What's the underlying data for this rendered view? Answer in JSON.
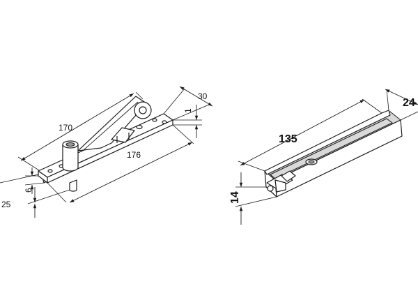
{
  "left_part": {
    "dim_length_top": "170",
    "dim_length_bottom": "176",
    "dim_width": "30",
    "dim_thickness": "1",
    "dim_offset": "6",
    "dim_height": "25"
  },
  "right_part": {
    "dim_length": "135",
    "dim_width": "24",
    "dim_height": "14"
  }
}
